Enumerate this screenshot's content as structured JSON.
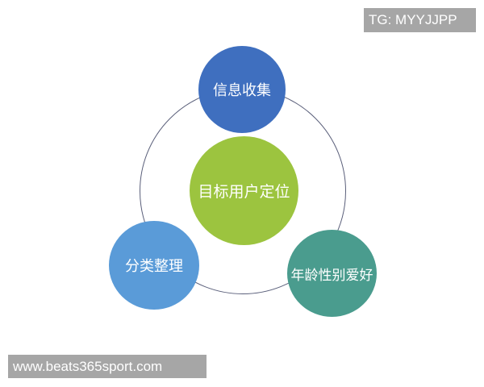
{
  "diagram": {
    "type": "cycle",
    "center": {
      "label": "目标用户定位",
      "color": "#9cc43f"
    },
    "nodes": [
      {
        "label": "信息收集",
        "position": "top",
        "color": "#3f6fbf"
      },
      {
        "label": "年龄性别爱好",
        "position": "bottom-right",
        "color": "#4a9c8e"
      },
      {
        "label": "分类整理",
        "position": "bottom-left",
        "color": "#5a9bd8"
      }
    ],
    "ring_color": "#5a5f7a"
  },
  "watermarks": {
    "top_right": "TG: MYYJJPP",
    "bottom_left": "www.beats365sport.com"
  }
}
